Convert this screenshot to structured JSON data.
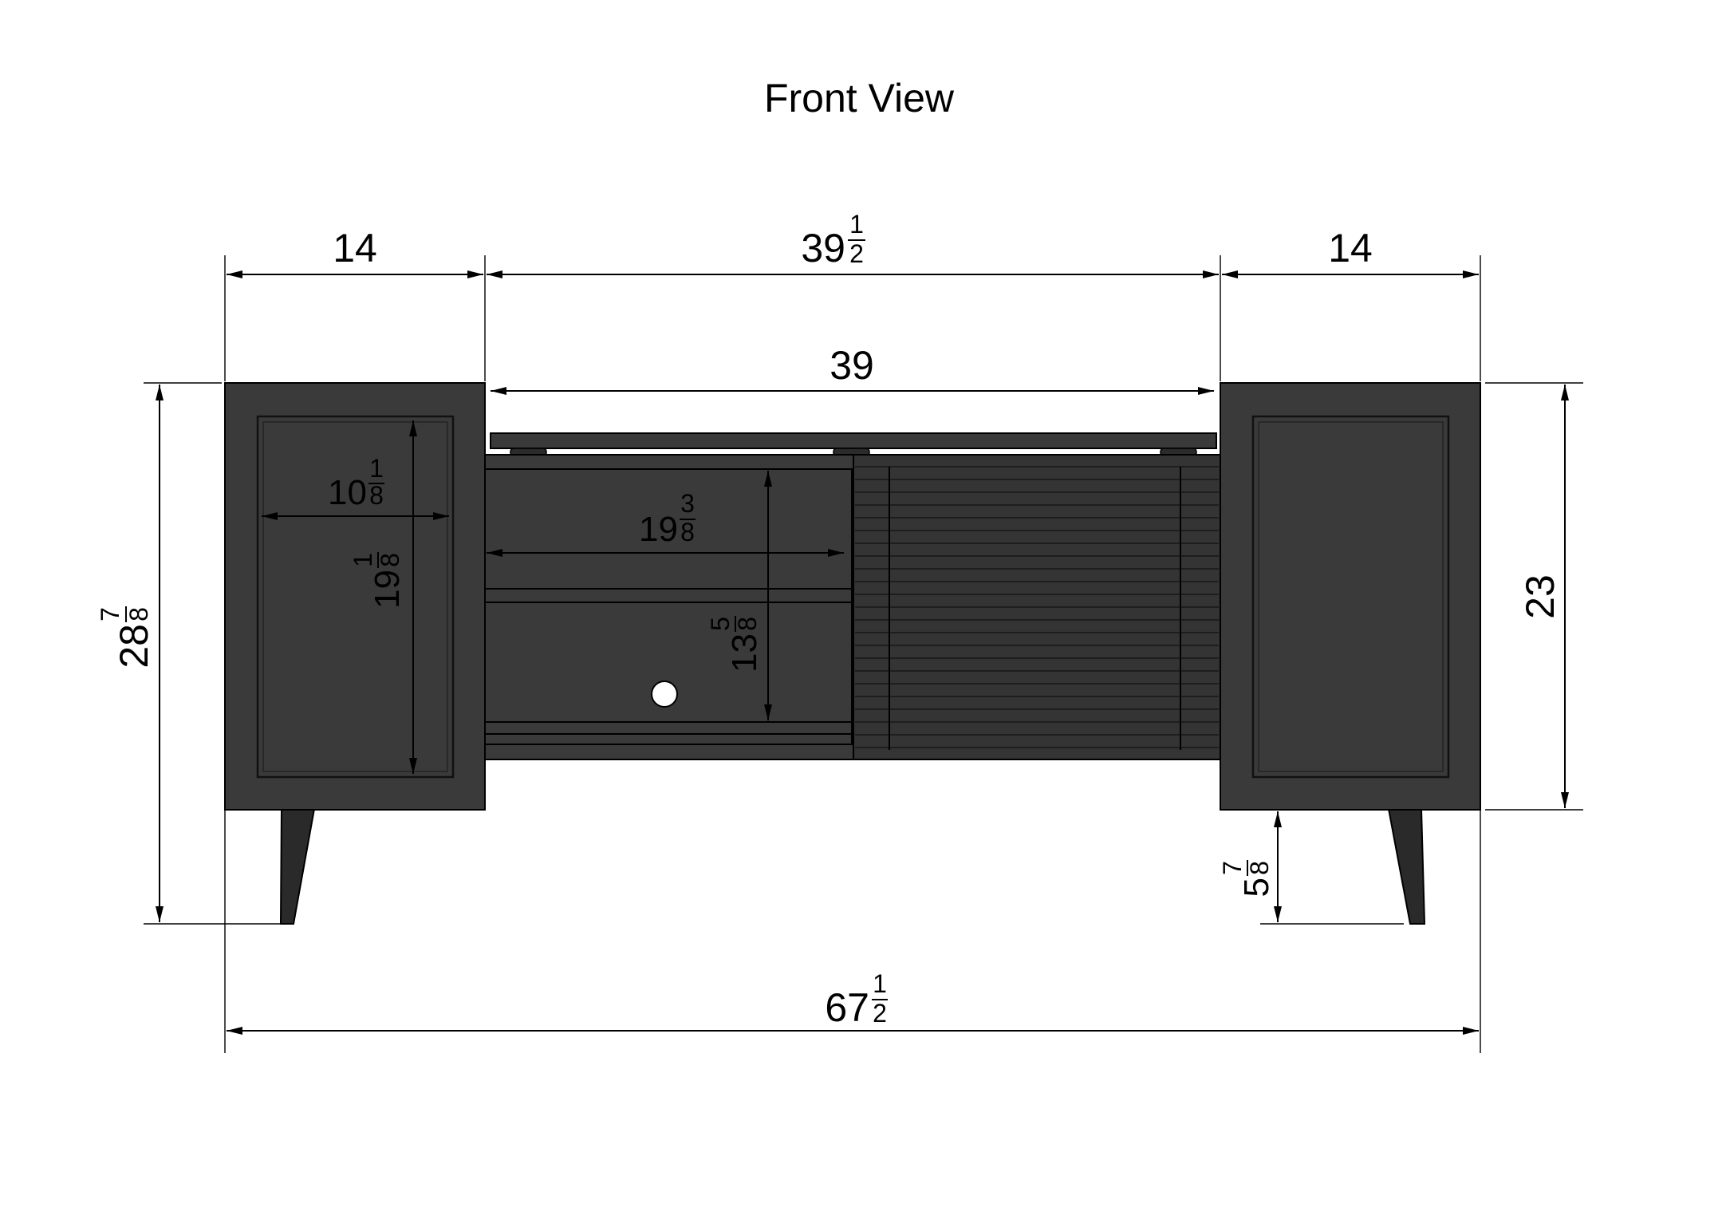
{
  "title": "Front View",
  "dimensions": {
    "left_width": {
      "whole": "14",
      "num": "",
      "den": ""
    },
    "center_width": {
      "whole": "39",
      "num": "1",
      "den": "2"
    },
    "right_width": {
      "whole": "14",
      "num": "",
      "den": ""
    },
    "top_width": {
      "whole": "39",
      "num": "",
      "den": ""
    },
    "door_width": {
      "whole": "10",
      "num": "1",
      "den": "8"
    },
    "door_height": {
      "whole": "19",
      "num": "1",
      "den": "8"
    },
    "shelf_width": {
      "whole": "19",
      "num": "3",
      "den": "8"
    },
    "opening_height": {
      "whole": "13",
      "num": "5",
      "den": "8"
    },
    "overall_height": {
      "whole": "28",
      "num": "7",
      "den": "8"
    },
    "cabinet_height": {
      "whole": "23",
      "num": "",
      "den": ""
    },
    "leg_height": {
      "whole": "5",
      "num": "7",
      "den": "8"
    },
    "overall_width": {
      "whole": "67",
      "num": "1",
      "den": "2"
    }
  },
  "colors": {
    "cabinet": "#3a3a3a",
    "lines": "#000000",
    "background": "#ffffff"
  }
}
